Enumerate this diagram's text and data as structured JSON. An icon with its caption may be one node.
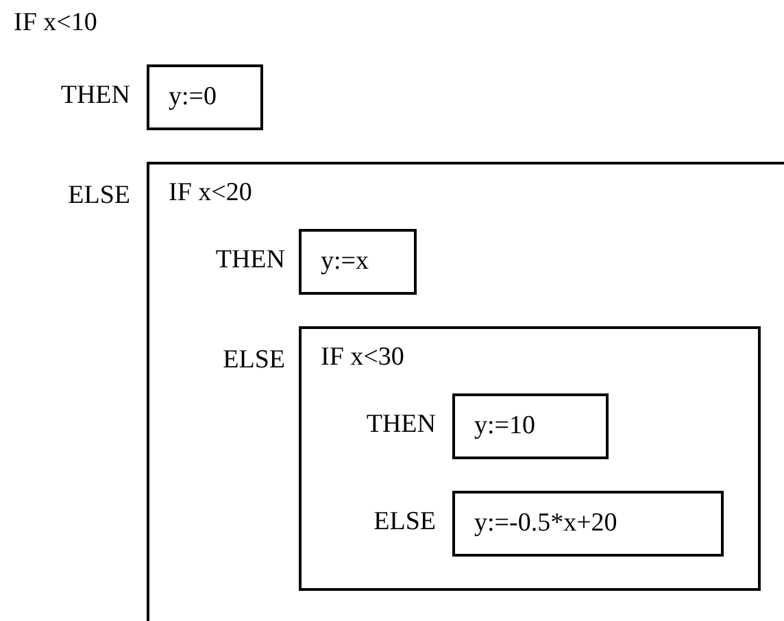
{
  "diagram": {
    "nodes": [
      {
        "text": [
          "y:=0"
        ],
        "beside": [
          "THEN"
        ]
      },
      {
        "text": [
          "IF x<20"
        ],
        "beside": [
          "ELSE"
        ]
      },
      {
        "text": [
          "y:=x"
        ],
        "beside": [
          "THEN"
        ],
        "in": 1
      },
      {
        "text": [
          "IF x<30"
        ],
        "beside": [
          "ELSE"
        ],
        "in": 1
      },
      {
        "text": [
          "y:=10"
        ],
        "beside": [
          "THEN"
        ],
        "in": 3
      },
      {
        "text": [
          "y:=-0.5*x+20"
        ],
        "beside": [
          "ELSE"
        ],
        "in": 3
      }
    ],
    "labels": [
      "IF x<10"
    ]
  }
}
